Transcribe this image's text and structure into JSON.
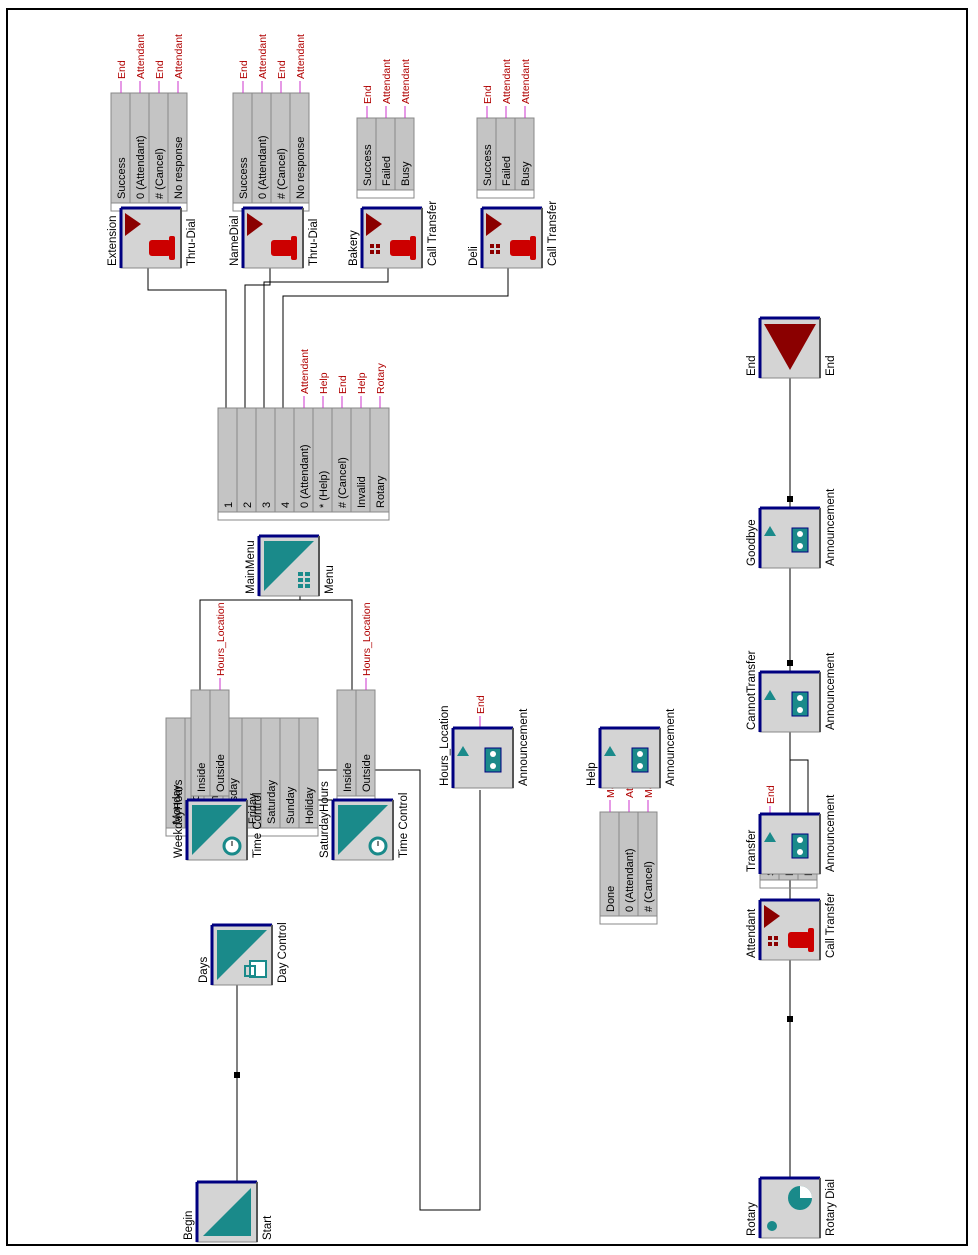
{
  "diagram": {
    "nodes": {
      "begin": {
        "name": "Begin",
        "type": "Start"
      },
      "days": {
        "name": "Days",
        "type": "Day Control"
      },
      "weekdayhours": {
        "name": "WeekdayHours",
        "type": "Time Control"
      },
      "saturdayhours": {
        "name": "SaturdayHours",
        "type": "Time Control"
      },
      "mainmenu": {
        "name": "MainMenu",
        "type": "Menu"
      },
      "extension": {
        "name": "Extension",
        "type": "Thru-Dial"
      },
      "namedial": {
        "name": "NameDial",
        "type": "Thru-Dial"
      },
      "bakery": {
        "name": "Bakery",
        "type": "Call Transfer"
      },
      "deli": {
        "name": "Deli",
        "type": "Call Transfer"
      },
      "hours_location": {
        "name": "Hours_Location",
        "type": "Announcement"
      },
      "help": {
        "name": "Help",
        "type": "Announcement"
      },
      "rotary": {
        "name": "Rotary",
        "type": "Rotary Dial"
      },
      "transfer": {
        "name": "Transfer",
        "type": "Announcement"
      },
      "attendant": {
        "name": "Attendant",
        "type": "Call Transfer"
      },
      "cannottransfer": {
        "name": "CannotTransfer",
        "type": "Announcement"
      },
      "goodbye": {
        "name": "Goodbye",
        "type": "Announcement"
      },
      "end": {
        "name": "End",
        "type": "End"
      }
    },
    "options": {
      "days": [
        "Monday",
        "Tuesday",
        "Wednesday",
        "Thursday",
        "Friday",
        "Saturday",
        "Sunday",
        "Holiday"
      ],
      "weekdayhours": [
        "Inside",
        "Outside"
      ],
      "saturdayhours": [
        "Inside",
        "Outside"
      ],
      "mainmenu": [
        "1",
        "2",
        "3",
        "4",
        "0 (Attendant)",
        "* (Help)",
        "# (Cancel)",
        "Invalid",
        "Rotary"
      ],
      "extension": [
        "Success",
        "0 (Attendant)",
        "# (Cancel)",
        "No response"
      ],
      "namedial": [
        "Success",
        "0 (Attendant)",
        "# (Cancel)",
        "No response"
      ],
      "bakery": [
        "Success",
        "Failed",
        "Busy"
      ],
      "deli": [
        "Success",
        "Failed",
        "Busy"
      ],
      "attendant": [
        "Success",
        "Failed",
        "Busy"
      ],
      "help": [
        "Done",
        "0 (Attendant)",
        "# (Cancel)"
      ]
    },
    "goto_labels": {
      "extension": [
        "End",
        "Attendant",
        "End",
        "Attendant"
      ],
      "namedial": [
        "End",
        "Attendant",
        "End",
        "Attendant"
      ],
      "bakery": [
        "End",
        "Attendant",
        "Attendant"
      ],
      "deli": [
        "End",
        "Attendant",
        "Attendant"
      ],
      "mainmenu": [
        "Attendant",
        "Help",
        "End",
        "Help",
        "Rotary"
      ],
      "weekdayhours": [
        "Hours_Location"
      ],
      "saturdayhours": [
        "Hours_Location"
      ],
      "hours_location": [
        "End"
      ],
      "help": [
        "MainMenu",
        "Attendant",
        "MainMenu"
      ],
      "attendant": [
        "End"
      ]
    },
    "colors": {
      "teal": "#1a8a8a",
      "dark_red": "#8b0000",
      "phone_red": "#cc0000",
      "node_bg": "#d4d4d4",
      "option_bg": "#c4c4c4",
      "goto_stem": "#cc33cc",
      "goto_text": "#b00000",
      "node_border": "#000080"
    }
  }
}
